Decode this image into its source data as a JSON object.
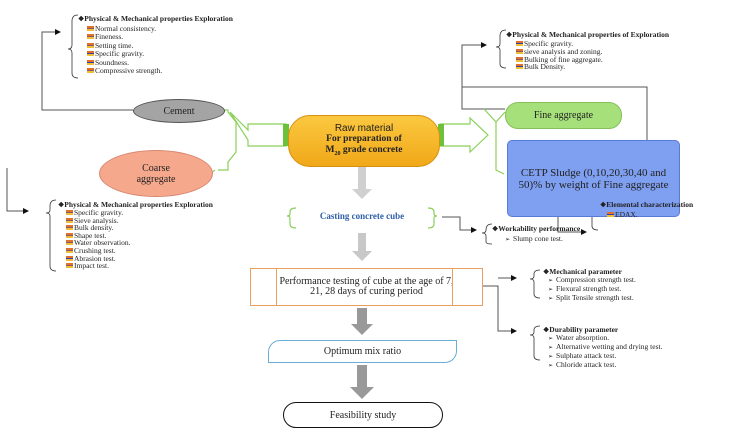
{
  "raw_material": {
    "title": "Raw material",
    "line1": "For preparation of",
    "line2_prefix": "M",
    "line2_sub": "20",
    "line2_suffix": " grade concrete"
  },
  "cement": {
    "label": "Cement",
    "header": "Physical & Mechanical properties Exploration",
    "items": [
      "Normal consistency.",
      "Fineness.",
      "Setting time.",
      "Specific gravity.",
      "Soundness.",
      "Compressive strength."
    ]
  },
  "coarse": {
    "label": "Coarse aggregate",
    "header": "Physical & Mechanical properties Exploration",
    "items": [
      "Specific gravity.",
      "Sieve analysis.",
      "Bulk density.",
      "Shape test.",
      "Water observation.",
      "Crushing test.",
      "Abrasion test.",
      "Impact test."
    ]
  },
  "fine": {
    "label": "Fine aggregate",
    "header": "Physical & Mechanical properties of Exploration",
    "items": [
      "Specific gravity.",
      "sieve analysis and zoning.",
      "Bulking of fine aggregate.",
      "Bulk Density."
    ]
  },
  "cetp": {
    "label": "CETP Sludge (0,10,20,30,40 and 50)% by weight of Fine aggregate",
    "header": "Elemental characterization",
    "items": [
      "EDAX."
    ]
  },
  "casting": {
    "label": "Casting concrete cube",
    "header": "Workability performance",
    "items": [
      "Slump cone test."
    ]
  },
  "performance": {
    "label": "Performance testing of cube at the age of 7, 21, 28 days of curing period"
  },
  "mechanical": {
    "header": "Mechanical parameter",
    "items": [
      "Compression strength test.",
      "Flexural strength test.",
      "Split Tensile strength test."
    ]
  },
  "durability": {
    "header": "Durability parameter",
    "items": [
      "Water absorption.",
      "Alternative wetting and drying test.",
      "Sulphate attack test.",
      "Chloride attack test."
    ]
  },
  "optimum": {
    "label": "Optimum mix ratio"
  },
  "feasibility": {
    "label": "Feasibility study"
  }
}
